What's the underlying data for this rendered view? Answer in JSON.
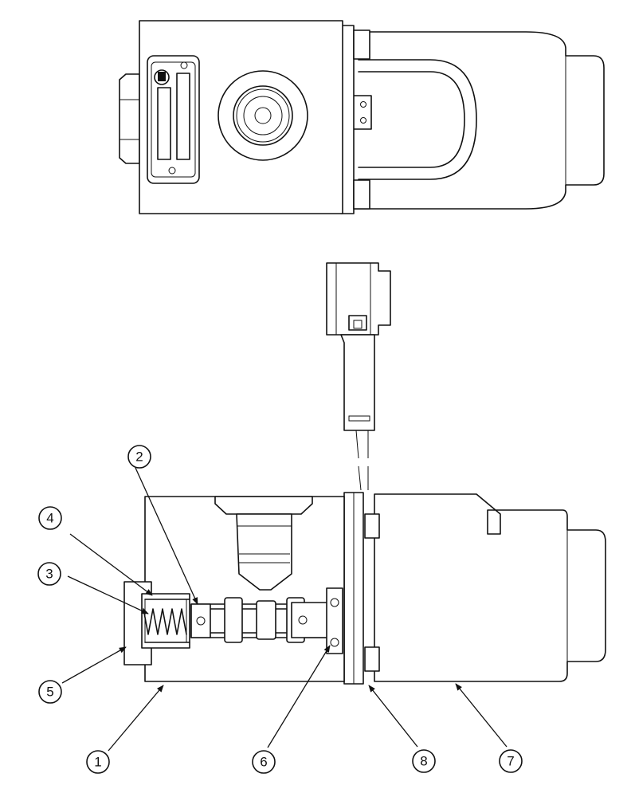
{
  "callouts": [
    {
      "label": "1"
    },
    {
      "label": "2"
    },
    {
      "label": "3"
    },
    {
      "label": "4"
    },
    {
      "label": "5"
    },
    {
      "label": "6"
    },
    {
      "label": "7"
    },
    {
      "label": "8"
    }
  ]
}
